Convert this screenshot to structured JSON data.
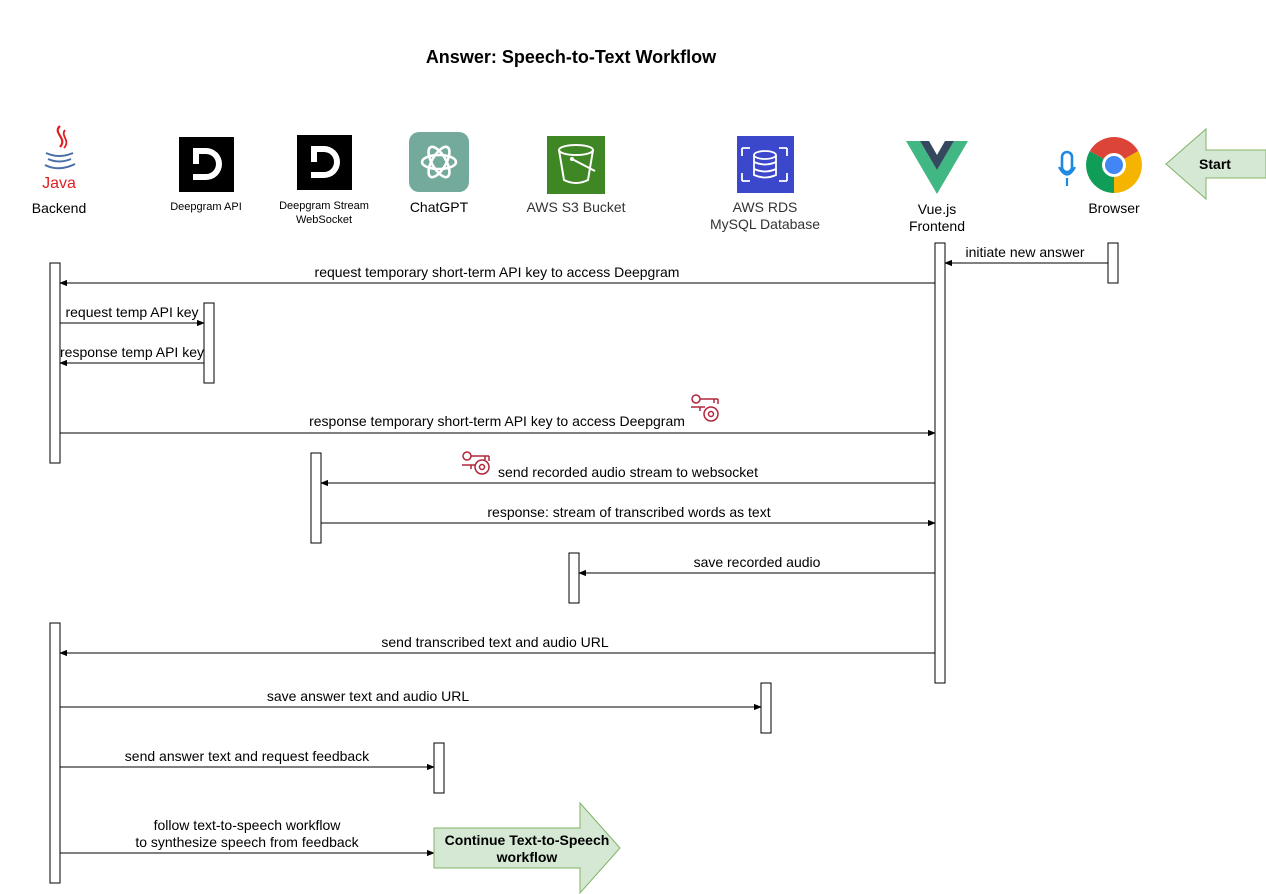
{
  "title": "Answer: Speech-to-Text Workflow",
  "participants": {
    "backend": "Backend",
    "deepgram_api": "Deepgram API",
    "deepgram_ws_line1": "Deepgram Stream",
    "deepgram_ws_line2": "WebSocket",
    "chatgpt": "ChatGPT",
    "s3": "AWS S3 Bucket",
    "rds_line1": "AWS RDS",
    "rds_line2": "MySQL Database",
    "vue_line1": "Vue.js",
    "vue_line2": "Frontend",
    "browser": "Browser"
  },
  "icons": {
    "java_logo_text": "Java"
  },
  "start_label": "Start",
  "continue_label_line1": "Continue Text-to-Speech",
  "continue_label_line2": "workflow",
  "messages": {
    "m1": "initiate new answer",
    "m2": "request temporary short-term API key to access Deepgram",
    "m3": "request temp API key",
    "m4": "response temp API key",
    "m5": "response temporary short-term API key to access Deepgram",
    "m6": "send recorded audio stream to websocket",
    "m7": "response: stream of transcribed words as text",
    "m8": "save recorded audio",
    "m9": "send transcribed text and audio URL",
    "m10": "save answer text and audio URL",
    "m11": "send answer text  and request feedback",
    "m12_line1": "follow text-to-speech workflow",
    "m12_line2": "to synthesize speech from feedback"
  },
  "colors": {
    "java_red": "#E11E22",
    "java_blue": "#4A6EA8",
    "deepgram_black": "#000000",
    "chatgpt_green": "#74AA9C",
    "s3_green": "#3F8624",
    "rds_blue": "#3B48CC",
    "vue_green": "#41B883",
    "vue_dark": "#35495E",
    "mic_blue": "#1E88E5",
    "key_red": "#B0263A",
    "callout_fill": "#D5E8D4",
    "callout_stroke": "#82B366",
    "s3_label": "#333333"
  }
}
